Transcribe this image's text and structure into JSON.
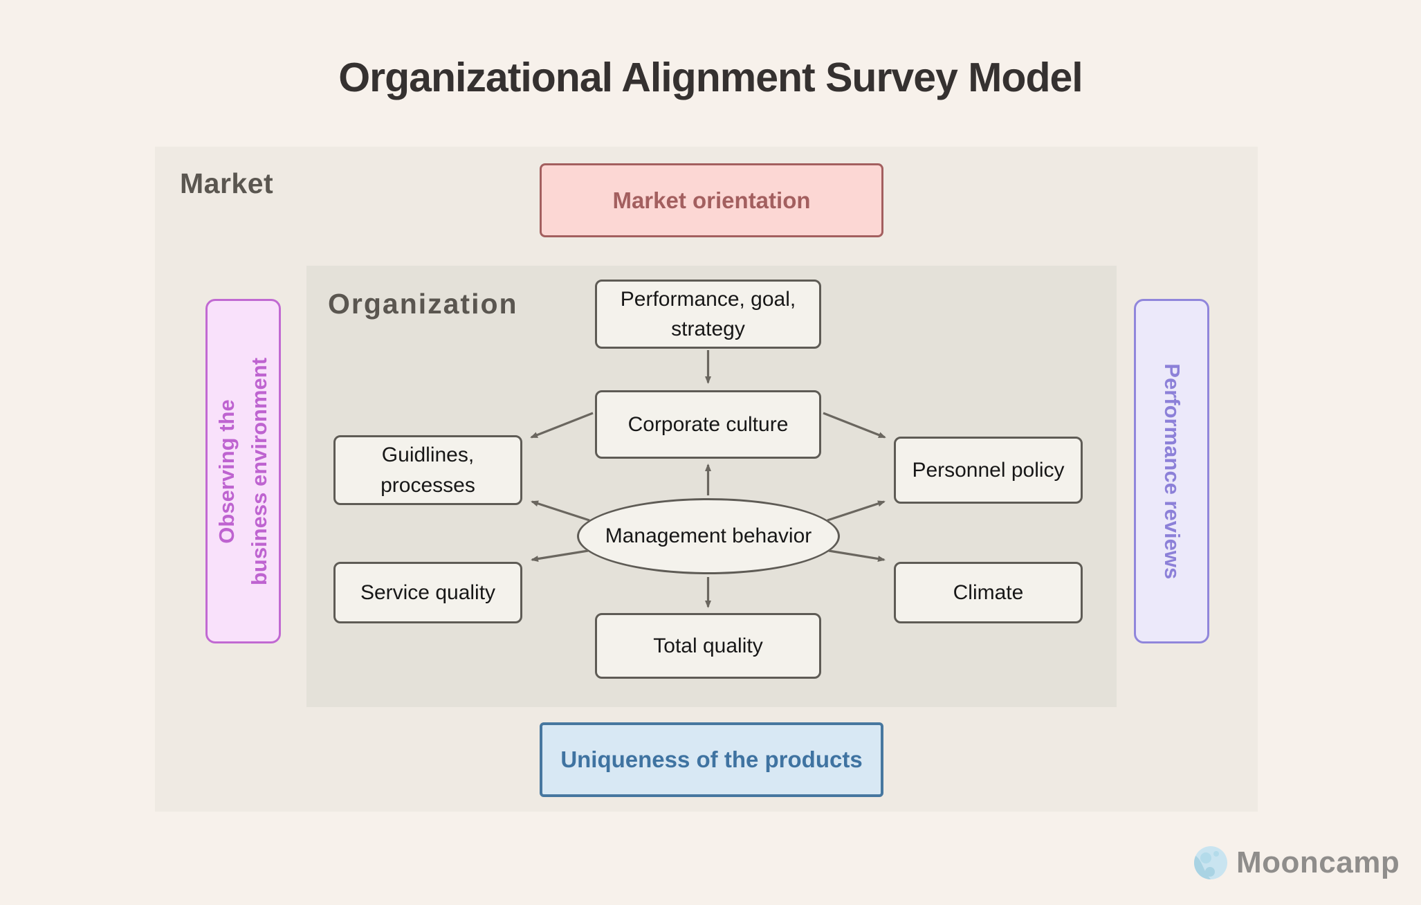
{
  "title": "Organizational Alignment Survey Model",
  "regions": {
    "market_label": "Market",
    "organization_label": "Organization"
  },
  "nodes": {
    "performance_goal_strategy": "Performance, goal, strategy",
    "corporate_culture": "Corporate culture",
    "guidelines_processes": "Guidlines, processes",
    "personnel_policy": "Personnel policy",
    "management_behavior": "Management behavior",
    "service_quality": "Service quality",
    "climate": "Climate",
    "total_quality": "Total quality"
  },
  "tags": {
    "market_orientation": "Market orientation",
    "uniqueness_of_products": "Uniqueness of the products",
    "observing_line1": "Observing the",
    "observing_line2": "business environment",
    "performance_reviews": "Performance reviews"
  },
  "branding": {
    "logo_text": "Mooncamp",
    "logo_icon": "moon-icon"
  },
  "colors": {
    "background": "#f7f1eb",
    "market_region": "#efeae3",
    "organization_region": "#e4e1d9",
    "node_fill": "#f4f2ec",
    "node_border": "#5e5b55",
    "arrow": "#6a665f",
    "market_orientation_accent": "#a35f5f",
    "market_orientation_fill": "#fcd7d4",
    "observing_accent": "#be63d0",
    "observing_fill": "#f9e1fb",
    "reviews_accent": "#8c80d8",
    "reviews_fill": "#ece9fa",
    "uniqueness_accent": "#3f73a1",
    "uniqueness_fill": "#d8e8f4",
    "title_text": "#353130",
    "region_label_text": "#5a5650",
    "logo_text": "#8f8d8b"
  }
}
